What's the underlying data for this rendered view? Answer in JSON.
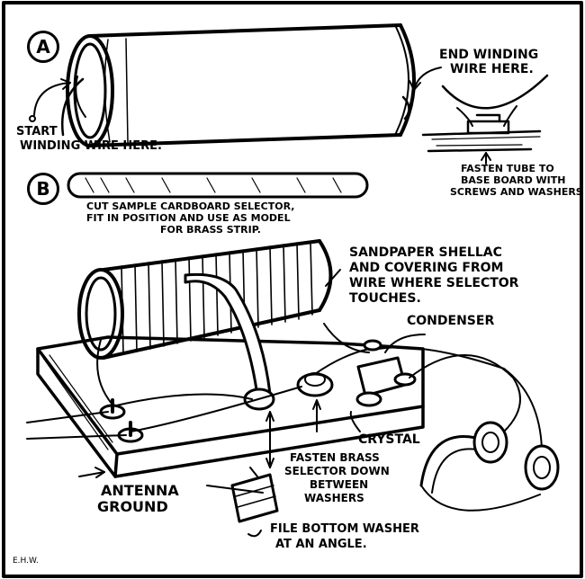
{
  "figure_a": {
    "marker": "A",
    "start_winding_1": "START",
    "start_winding_2": "WINDING WIRE HERE.",
    "end_winding_1": "END WINDING",
    "end_winding_2": "WIRE HERE.",
    "fasten_tube_1": "FASTEN TUBE TO",
    "fasten_tube_2": "BASE BOARD WITH",
    "fasten_tube_3": "SCREWS AND WASHERS"
  },
  "figure_b": {
    "marker": "B",
    "cut_sample_1": "CUT SAMPLE CARDBOARD SELECTOR,",
    "cut_sample_2": "FIT IN POSITION AND USE AS MODEL",
    "cut_sample_3": "FOR BRASS STRIP."
  },
  "assembly": {
    "sandpaper_1": "SANDPAPER SHELLAC",
    "sandpaper_2": "AND COVERING FROM",
    "sandpaper_3": "WIRE WHERE SELECTOR",
    "sandpaper_4": "TOUCHES.",
    "condenser": "CONDENSER",
    "crystal": "CRYSTAL",
    "fasten_brass_1": "FASTEN BRASS",
    "fasten_brass_2": "SELECTOR DOWN",
    "fasten_brass_3": "BETWEEN",
    "fasten_brass_4": "WASHERS",
    "antenna": "ANTENNA",
    "ground": "GROUND",
    "file_bottom_1": "FILE BOTTOM WASHER",
    "file_bottom_2": "AT AN ANGLE.",
    "signature": "E.H.W."
  }
}
